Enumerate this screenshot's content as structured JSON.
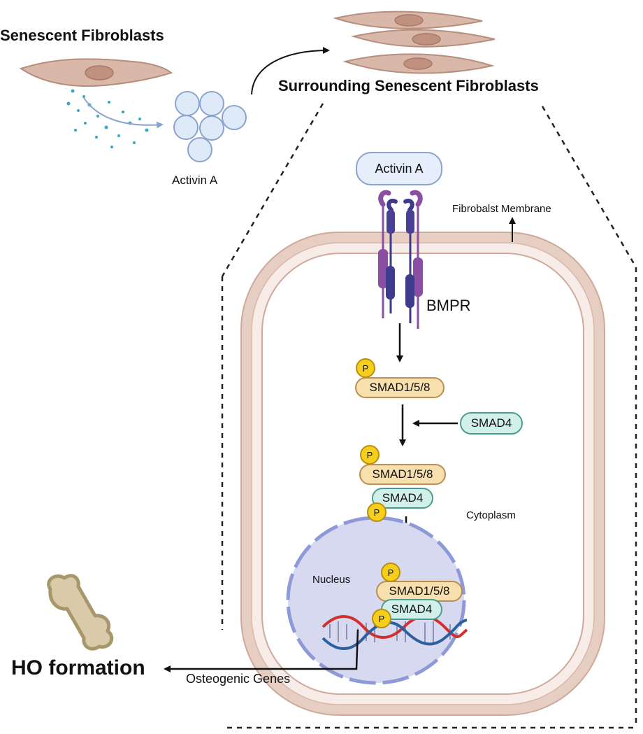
{
  "labels": {
    "senescent_fibroblasts": "Senescent Fibroblasts",
    "surrounding_fibroblasts": "Surrounding Senescent Fibroblasts",
    "activin_a_outside": "Activin A",
    "activin_a_receptor": "Activin A",
    "membrane": "Fibrobalst Membrane",
    "receptor": "BMPR",
    "cytoplasm": "Cytoplasm",
    "nucleus": "Nucleus",
    "ho_formation": "HO formation",
    "osteogenic_genes": "Osteogenic Genes"
  },
  "smad": {
    "smad158": "SMAD1/5/8",
    "smad4": "SMAD4",
    "phospho": "P"
  },
  "colors": {
    "fibroblast_fill": "#d9b8aa",
    "fibroblast_nucleus": "#c1917f",
    "activin_bubble": "#dfeaf8",
    "membrane_outer": "#e7cec2",
    "membrane_inner": "#f7ece7",
    "nucleus_fill": "#d7d9f1",
    "nucleus_border": "#8e9ad8",
    "receptor_purple": "#8a4fa3",
    "receptor_indigo": "#3e3a8c",
    "smad158_fill": "#f7dfae",
    "smad4_fill": "#d2f0ea",
    "phospho_fill": "#f6cf1c",
    "dna_red": "#d0312d",
    "dna_blue": "#2c5f9e"
  },
  "icons": [
    "fibroblast-cell-icon",
    "activin-particles-icon",
    "bmpr-receptor-icon",
    "dna-helix-icon",
    "bone-icon"
  ]
}
